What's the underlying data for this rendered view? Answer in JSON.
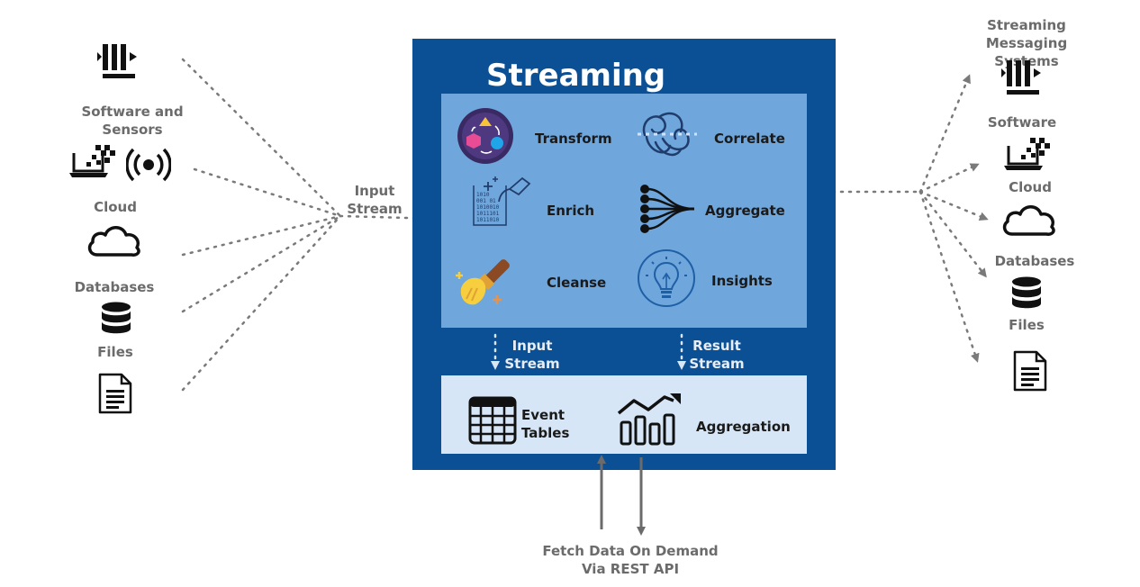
{
  "inputs": {
    "software_sensors": "Software and\nSensors",
    "cloud": "Cloud",
    "databases": "Databases",
    "files": "Files",
    "input_stream": "Input\nStream"
  },
  "streaming": {
    "title": "Streaming",
    "ops": {
      "transform": "Transform",
      "correlate": "Correlate",
      "enrich": "Enrich",
      "aggregate": "Aggregate",
      "cleanse": "Cleanse",
      "insights": "Insights"
    },
    "inner_input_stream": "Input\nStream",
    "inner_result_stream": "Result\nStream",
    "event_tables": "Event\nTables",
    "aggregation": "Aggregation"
  },
  "outputs": {
    "messaging": "Streaming Messaging\nSystems",
    "software": "Software",
    "cloud": "Cloud",
    "databases": "Databases",
    "files": "Files"
  },
  "fetch_label": "Fetch Data On Demand\nVia REST API",
  "colors": {
    "main_box": "#0b4f95",
    "process_panel": "#6fa6dc",
    "storage_panel": "#d7e6f6",
    "connector": "#7a7a7a"
  }
}
